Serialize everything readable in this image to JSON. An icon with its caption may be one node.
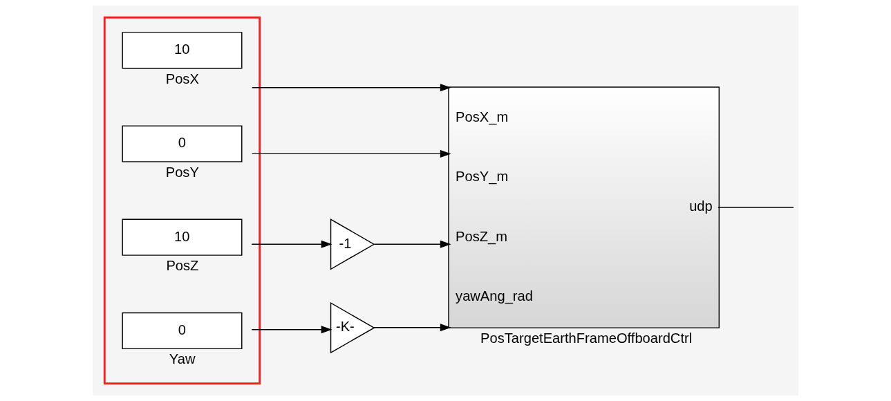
{
  "diagram": {
    "nodes": [
      {
        "text": [],
        "shape": "box"
      },
      {
        "text": [
          "10"
        ],
        "in": 0,
        "beside": [
          "PosX"
        ]
      },
      {
        "text": [
          "0"
        ],
        "in": 0,
        "beside": [
          "PosY"
        ]
      },
      {
        "text": [
          "10"
        ],
        "in": 0,
        "beside": [
          "PosZ"
        ]
      },
      {
        "text": [
          "0"
        ],
        "in": 0,
        "beside": [
          "Yaw"
        ]
      },
      {
        "text": [
          "-1"
        ]
      },
      {
        "text": [
          "-K-"
        ]
      },
      {
        "text": [
          "PosX_m",
          "PosY_m",
          "PosZ_m",
          "yawAng_rad",
          "udp"
        ],
        "beside": [
          "PosTargetEarthFrameOffboardCtrl"
        ]
      }
    ],
    "edges": [
      {
        "from": 1,
        "to": 7,
        "arrow": "to"
      },
      {
        "from": 2,
        "to": 7,
        "arrow": "to"
      },
      {
        "from": 3,
        "to": 5,
        "arrow": "to"
      },
      {
        "from": 5,
        "to": 7,
        "arrow": "to"
      },
      {
        "from": 4,
        "to": 6,
        "arrow": "to"
      },
      {
        "from": 6,
        "to": 7,
        "arrow": "to"
      },
      {
        "from": 7,
        "to": null,
        "arrow": "none"
      }
    ]
  }
}
